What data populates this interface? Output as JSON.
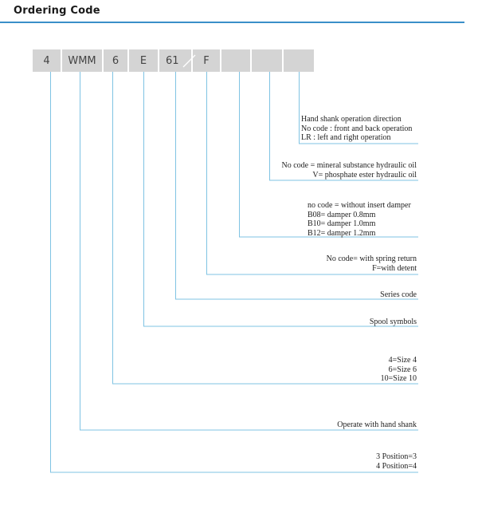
{
  "header": {
    "title": "Ordering Code"
  },
  "code_boxes": [
    {
      "label": "4"
    },
    {
      "label": "WMM"
    },
    {
      "label": "6"
    },
    {
      "label": "E"
    },
    {
      "label": "61"
    },
    {
      "label": "F"
    },
    {
      "label": ""
    },
    {
      "label": ""
    },
    {
      "label": ""
    }
  ],
  "descriptions": {
    "hand_shank_direction": [
      "Hand shank operation direction",
      "No code : front and back operation",
      "LR : left and right operation"
    ],
    "seal": [
      "No code = mineral substance hydraulic oil",
      "V= phosphate ester hydraulic oil"
    ],
    "damper": [
      "no code = without insert damper",
      "B08= damper 0.8mm",
      "B10= damper 1.0mm",
      "B12= damper 1.2mm"
    ],
    "detent": [
      "No code= with spring return",
      "F=with detent"
    ],
    "series": [
      "Series code"
    ],
    "spool": [
      "Spool symbols"
    ],
    "size": [
      "4=Size 4",
      "6=Size 6",
      "10=Size 10"
    ],
    "operation": [
      "Operate with hand shank"
    ],
    "position": [
      "3 Position=3",
      "4 Position=4"
    ]
  }
}
